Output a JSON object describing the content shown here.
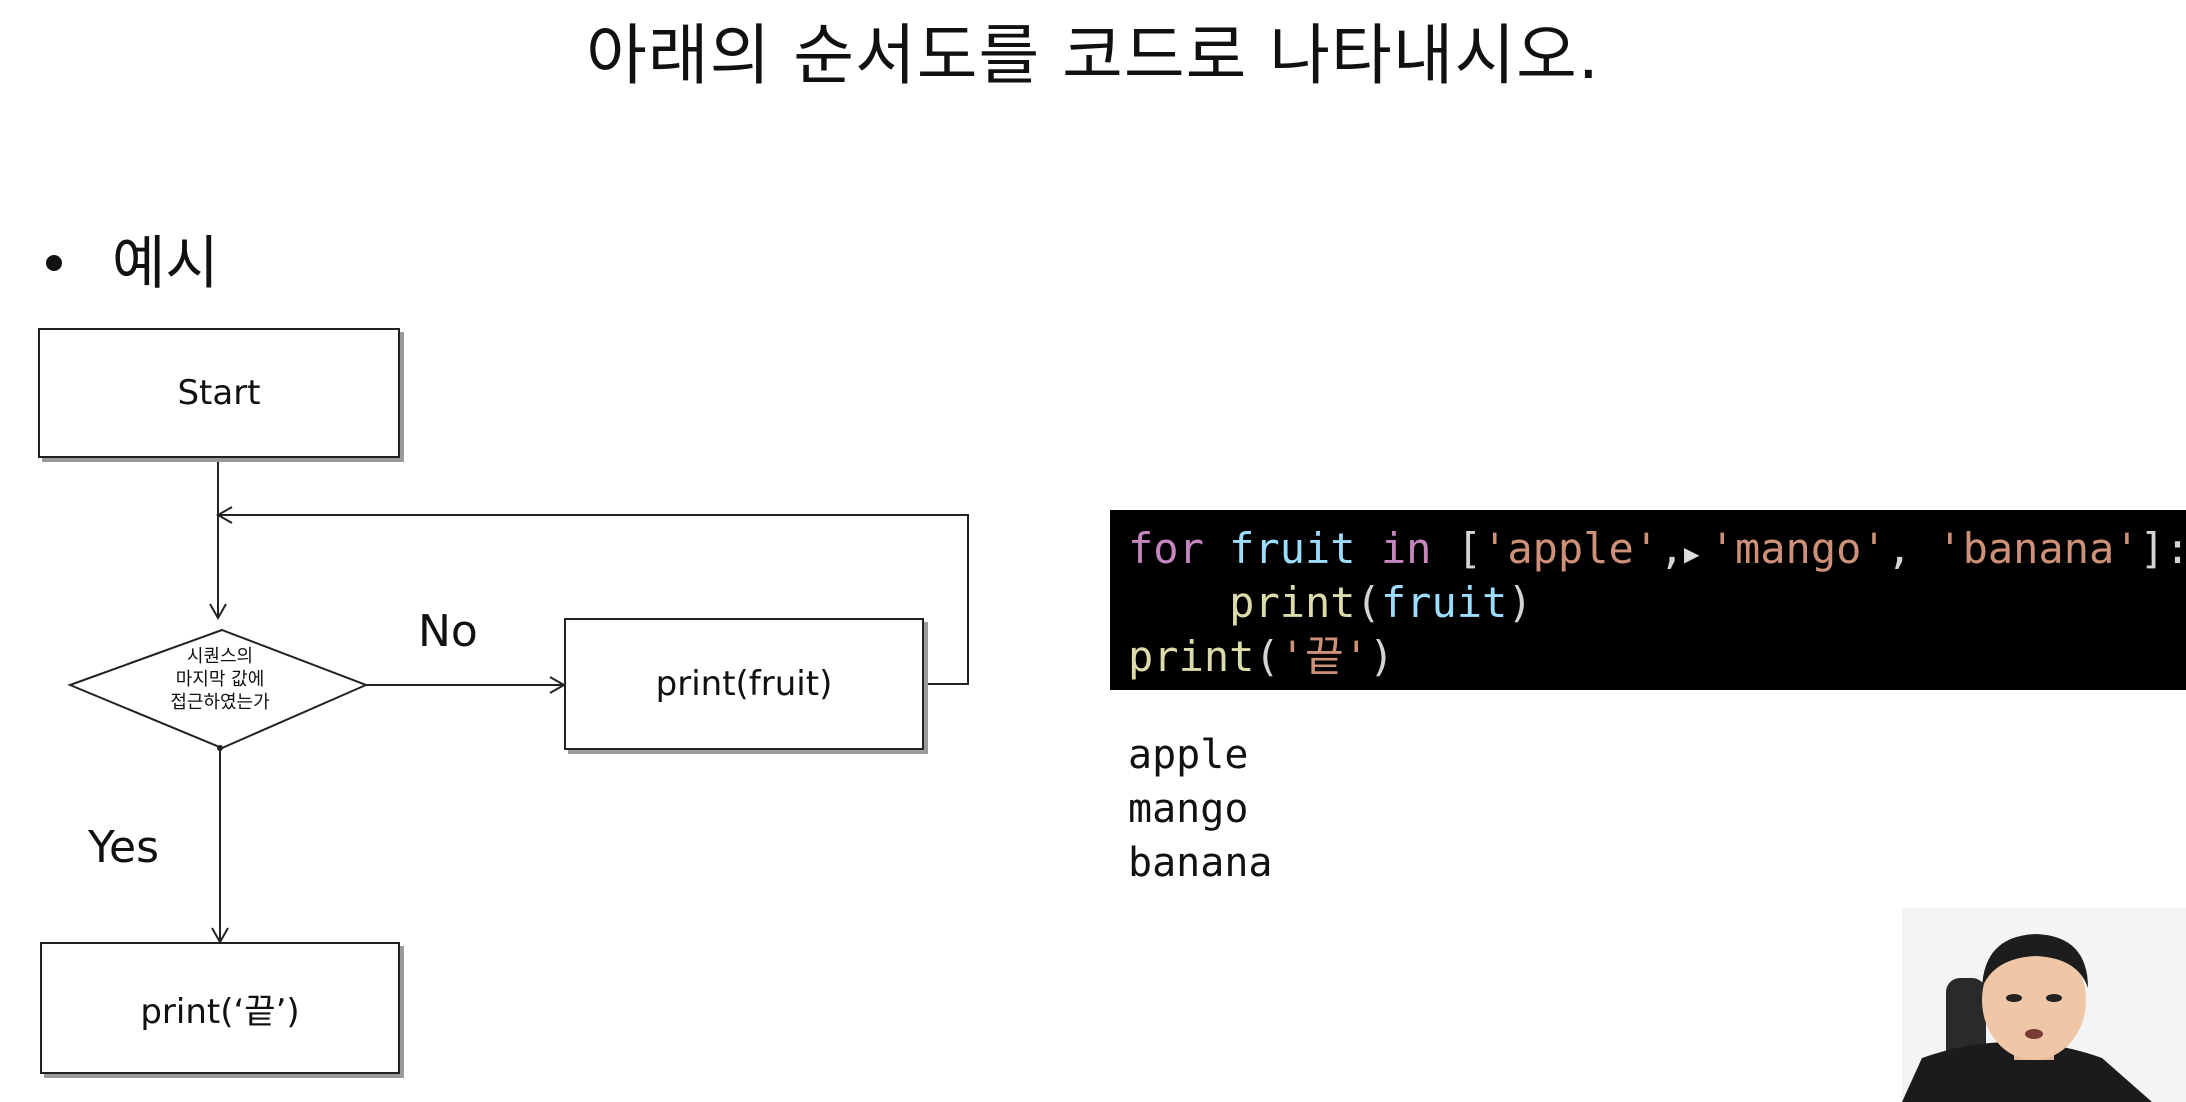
{
  "slide": {
    "title": "아래의 순서도를 코드로 나타내시오.",
    "section_label": "예시"
  },
  "flowchart": {
    "start": "Start",
    "decision_lines": [
      "시퀀스의",
      "마지막 값에",
      "접근하였는가"
    ],
    "no_label": "No",
    "yes_label": "Yes",
    "loop_box": "print(fruit)",
    "end_box": "print(‘끝’)"
  },
  "code": {
    "line1": {
      "for": "for",
      "var": "fruit",
      "in": "in",
      "open": "[",
      "s1": "'apple'",
      "c1": ",",
      "s2": "'mango'",
      "c2": ",",
      "s3": "'banana'",
      "close": "]:"
    },
    "line2": {
      "indent": "    ",
      "fn": "print",
      "open": "(",
      "arg": "fruit",
      "close": ")"
    },
    "line3": {
      "fn": "print",
      "open": "(",
      "arg": "'끝'",
      "close": ")"
    }
  },
  "output": [
    "apple",
    "mango",
    "banana"
  ],
  "colors": {
    "keyword": "#c586c0",
    "variable": "#9cdcfe",
    "string": "#ce9178",
    "function": "#dcdcaa",
    "code_background": "#000000"
  },
  "icons": {
    "cursor": "mouse-cursor-icon",
    "webcam": "webcam-presenter"
  }
}
